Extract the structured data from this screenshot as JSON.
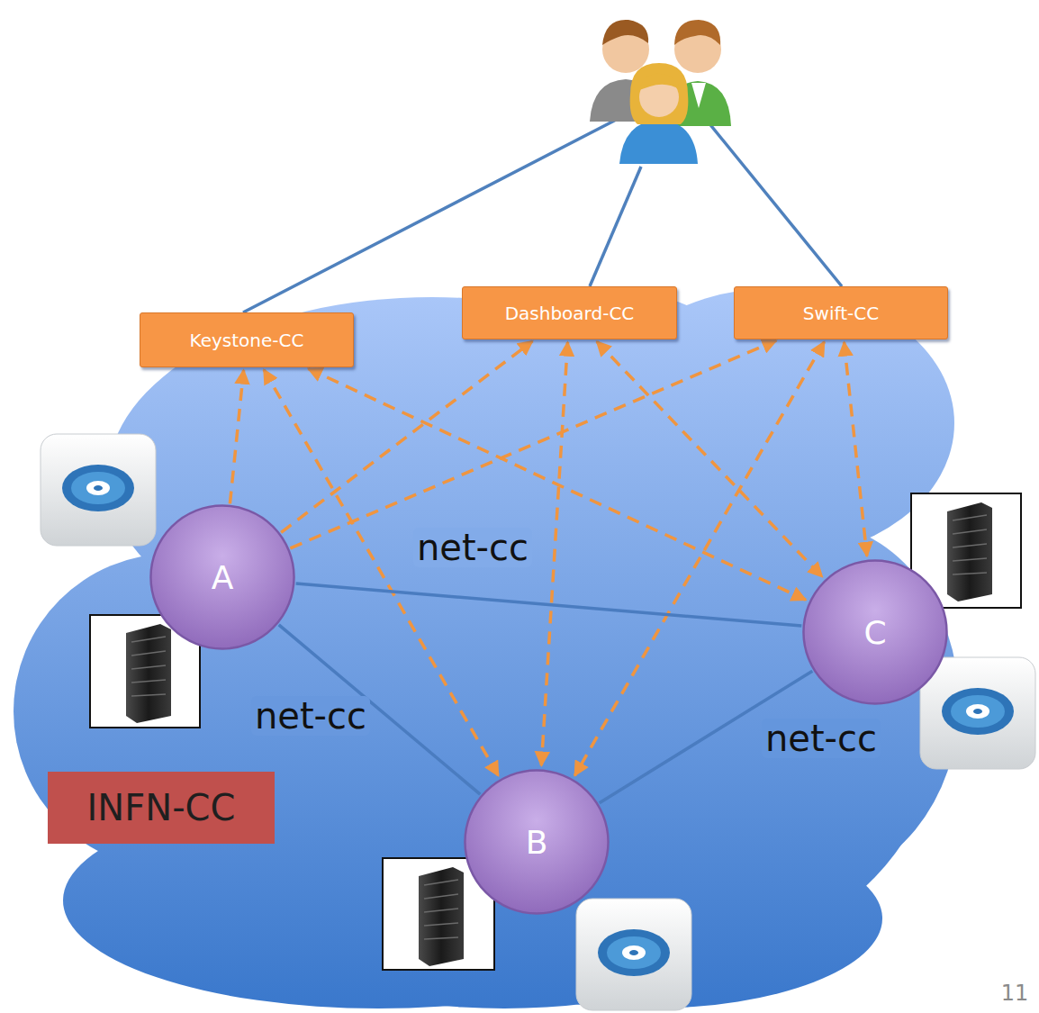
{
  "diagram": {
    "nodes": [
      {
        "text": [
          "Keystone-CC"
        ]
      },
      {
        "text": [
          "Dashboard-CC"
        ]
      },
      {
        "text": [
          "Swift-CC"
        ]
      },
      {
        "text": [
          "A"
        ]
      },
      {
        "text": [
          "C"
        ]
      },
      {
        "text": [
          "INFN-CC"
        ]
      },
      {
        "text": [
          "B"
        ]
      }
    ],
    "edges": [
      {
        "from": 3,
        "to": 0,
        "arrow": "to"
      },
      {
        "from": 3,
        "to": 1,
        "arrow": "to"
      },
      {
        "from": 3,
        "to": 2,
        "arrow": "to"
      },
      {
        "from": 0,
        "to": 6,
        "arrow": "both"
      },
      {
        "from": 1,
        "to": 6,
        "arrow": "both"
      },
      {
        "from": 2,
        "to": 6,
        "arrow": "both"
      },
      {
        "from": 0,
        "to": 4,
        "arrow": "both"
      },
      {
        "from": 1,
        "to": 4,
        "arrow": "both"
      },
      {
        "from": 2,
        "to": 4,
        "arrow": "both"
      },
      {
        "from": 3,
        "to": 4,
        "label": "net-cc",
        "arrow": "none"
      },
      {
        "from": 3,
        "to": 6,
        "label": "net-cc",
        "arrow": "none"
      },
      {
        "from": 6,
        "to": 4,
        "label": "net-cc",
        "arrow": "none"
      }
    ],
    "labels": [
      "11"
    ]
  }
}
